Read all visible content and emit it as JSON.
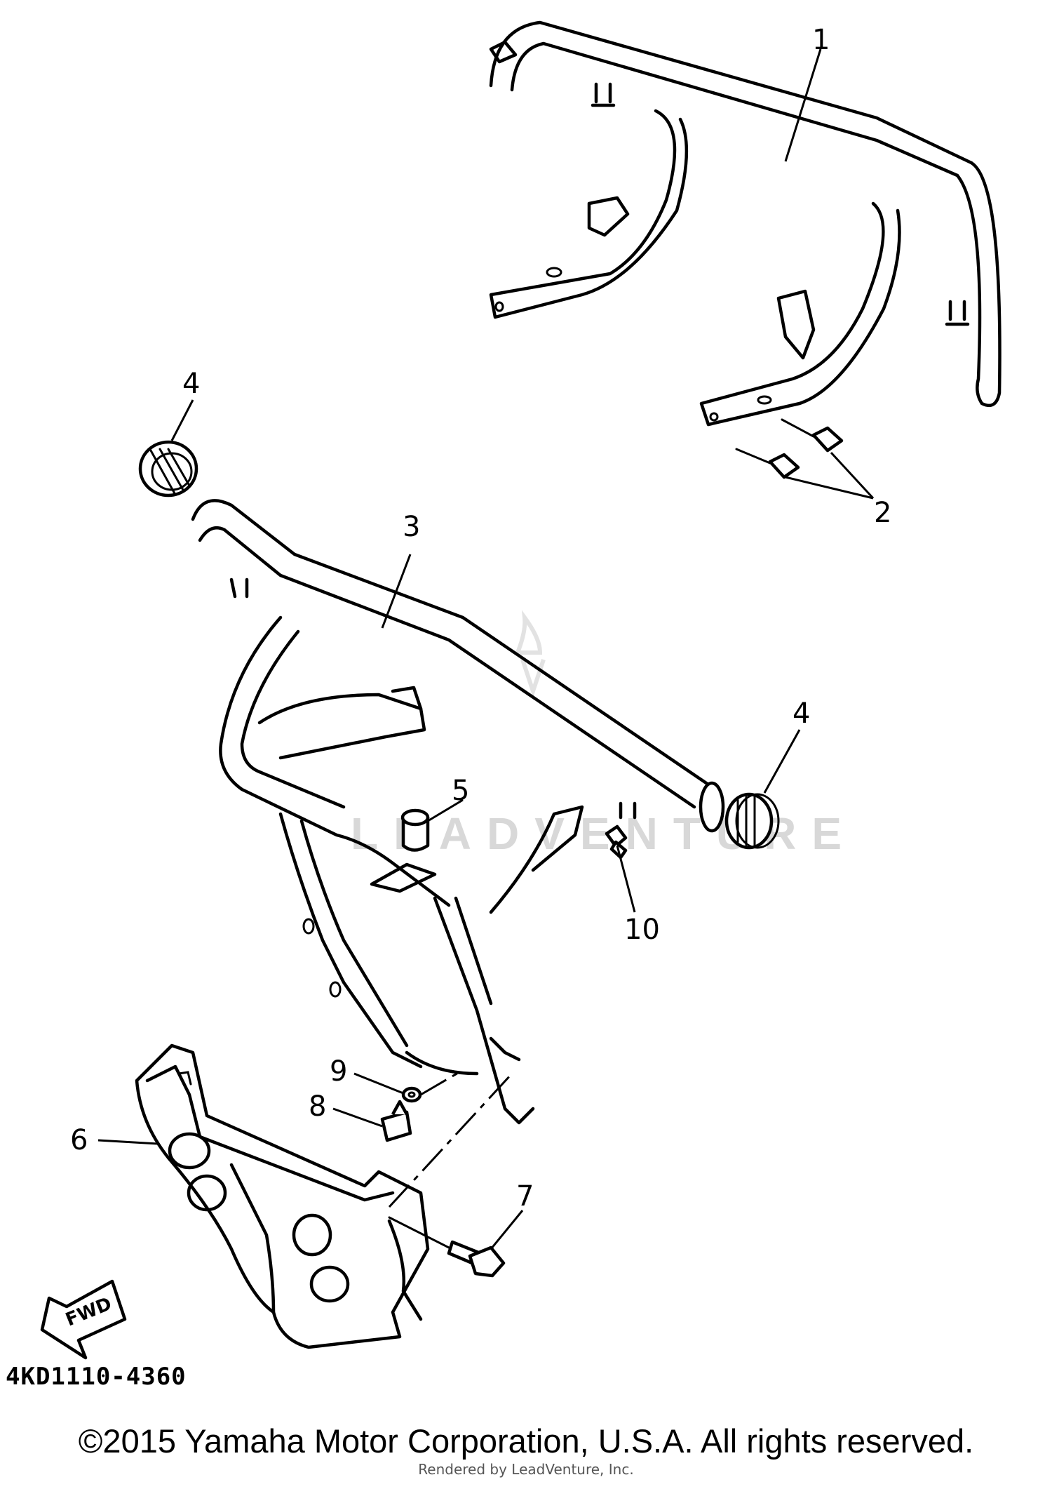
{
  "diagram": {
    "callouts": [
      {
        "id": "1",
        "label": "1"
      },
      {
        "id": "2",
        "label": "2"
      },
      {
        "id": "3",
        "label": "3"
      },
      {
        "id": "4a",
        "label": "4"
      },
      {
        "id": "4b",
        "label": "4"
      },
      {
        "id": "5",
        "label": "5"
      },
      {
        "id": "6",
        "label": "6"
      },
      {
        "id": "7",
        "label": "7"
      },
      {
        "id": "8",
        "label": "8"
      },
      {
        "id": "9",
        "label": "9"
      },
      {
        "id": "10",
        "label": "10"
      }
    ],
    "direction_arrow": "FWD",
    "part_code": "4KD1110-4360",
    "watermark": "LEADVENTURE",
    "copyright": "©2015 Yamaha Motor Corporation, U.S.A. All rights reserved.",
    "rendered_by": "Rendered by LeadVenture, Inc."
  }
}
